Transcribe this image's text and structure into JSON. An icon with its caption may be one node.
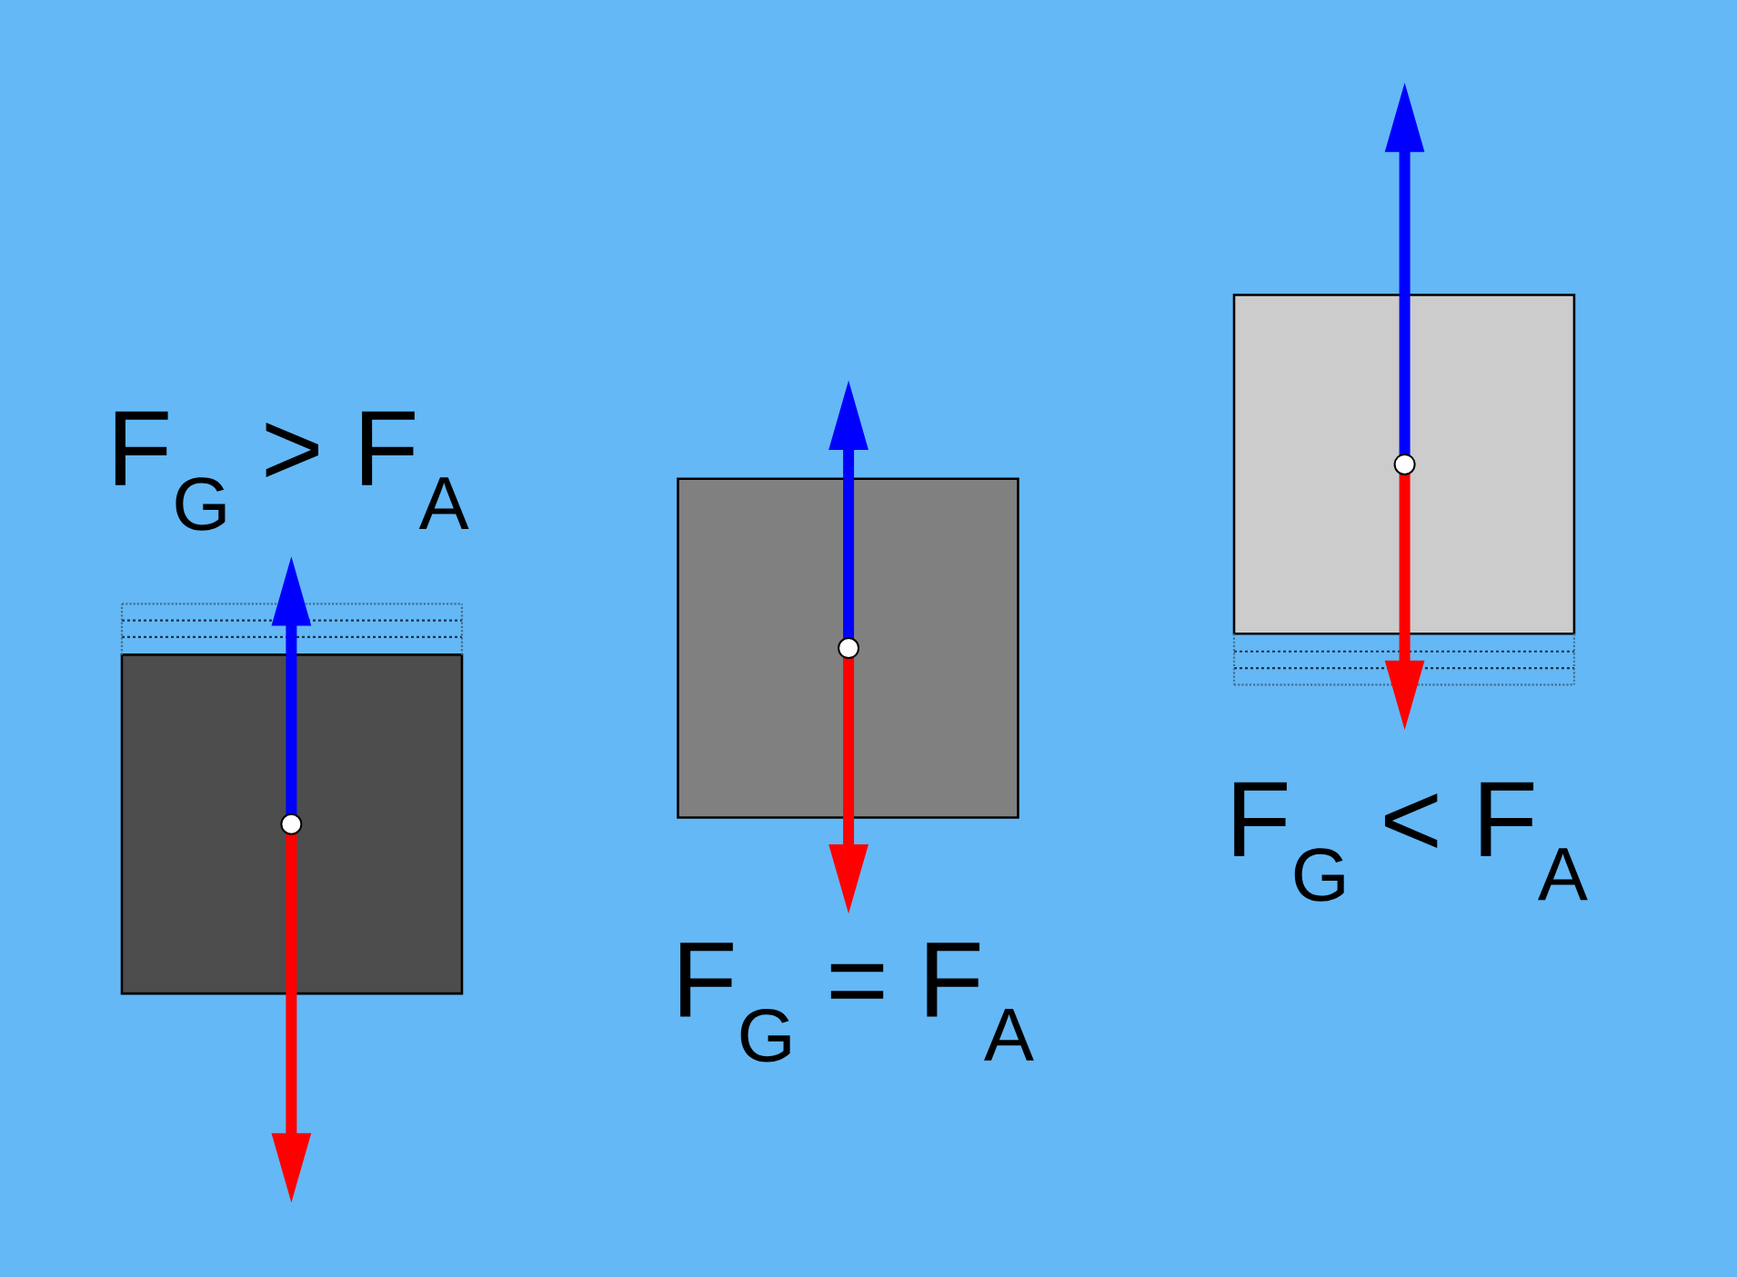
{
  "diagram": {
    "labels": [
      "F$_{G}$ > F$_{A}$",
      "F$_{G}$ < F$_{A}$",
      "F$_{G}$ = F$_{A}$"
    ]
  }
}
